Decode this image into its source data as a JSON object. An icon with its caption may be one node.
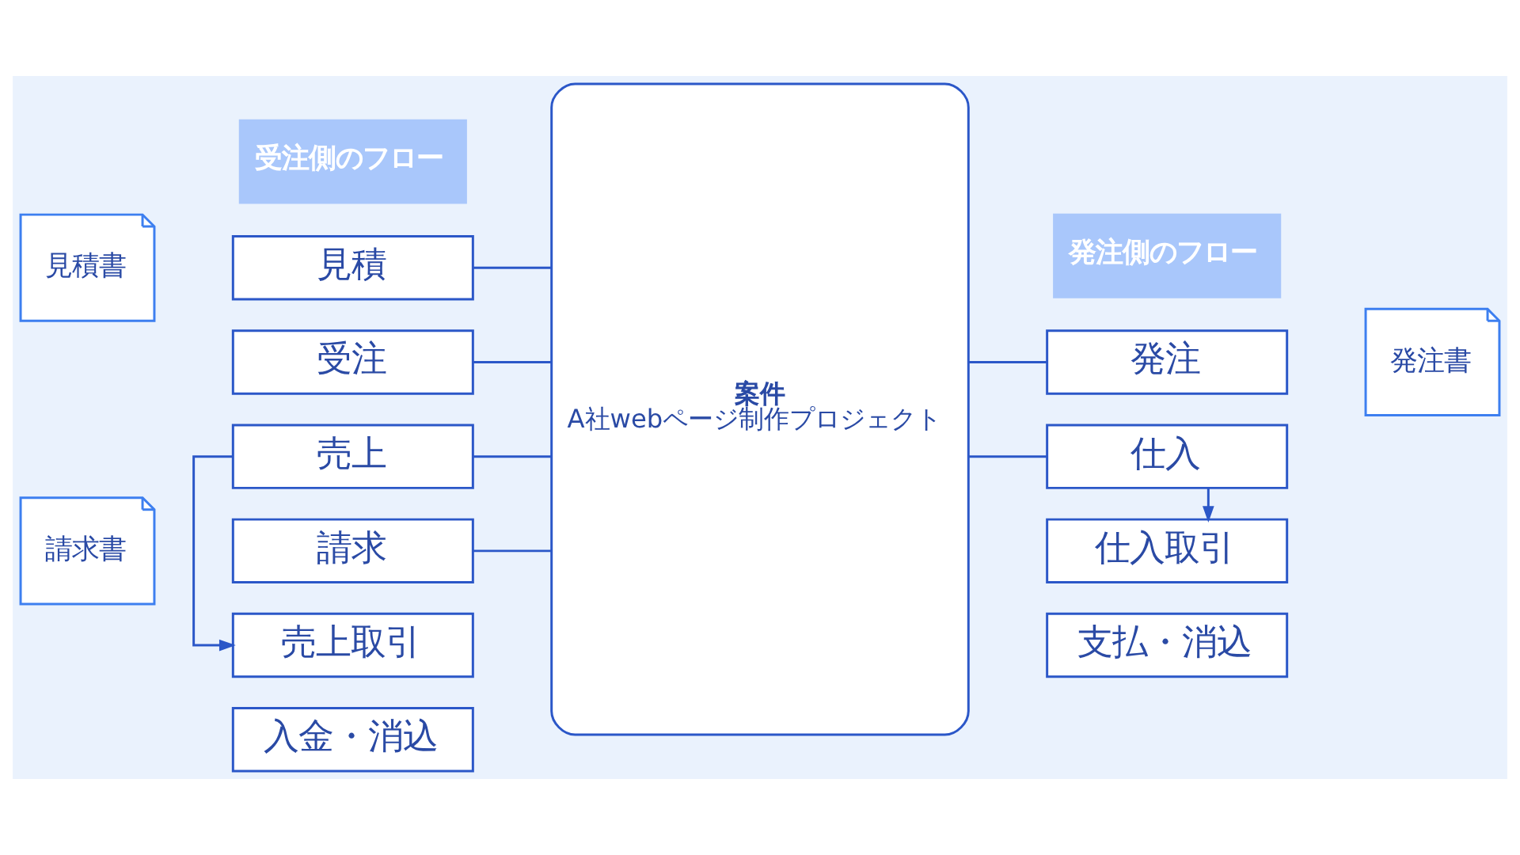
{
  "diagram": {
    "nodes": [
      {
        "text": [
          "受注側のフロー"
        ]
      },
      {
        "text": [
          "見積"
        ]
      },
      {
        "text": [
          "見積書"
        ]
      },
      {
        "text": [
          "受注"
        ]
      },
      {
        "text": [
          "売上"
        ]
      },
      {
        "text": [
          "請求"
        ]
      },
      {
        "text": [
          "請求書"
        ]
      },
      {
        "text": [
          "売上取引"
        ]
      },
      {
        "text": [
          "入金・消込"
        ]
      },
      {
        "text": [
          "案件",
          "A社webページ制作プロジェクト"
        ]
      },
      {
        "text": [
          "発注側のフロー"
        ]
      },
      {
        "text": [
          "発注"
        ]
      },
      {
        "text": [
          "発注書"
        ]
      },
      {
        "text": [
          "仕入"
        ]
      },
      {
        "text": [
          "仕入取引"
        ]
      },
      {
        "text": [
          "支払・消込"
        ]
      }
    ],
    "edges": [
      {
        "from": 1,
        "to": 9,
        "arrow": "none"
      },
      {
        "from": 3,
        "to": 9,
        "arrow": "none"
      },
      {
        "from": 4,
        "to": 9,
        "arrow": "none"
      },
      {
        "from": 5,
        "to": 9,
        "arrow": "none"
      },
      {
        "from": 4,
        "to": 7,
        "arrow": "to"
      },
      {
        "from": 9,
        "to": 11,
        "arrow": "none"
      },
      {
        "from": 9,
        "to": 13,
        "arrow": "none"
      },
      {
        "from": 13,
        "to": 14,
        "arrow": "to"
      }
    ]
  }
}
